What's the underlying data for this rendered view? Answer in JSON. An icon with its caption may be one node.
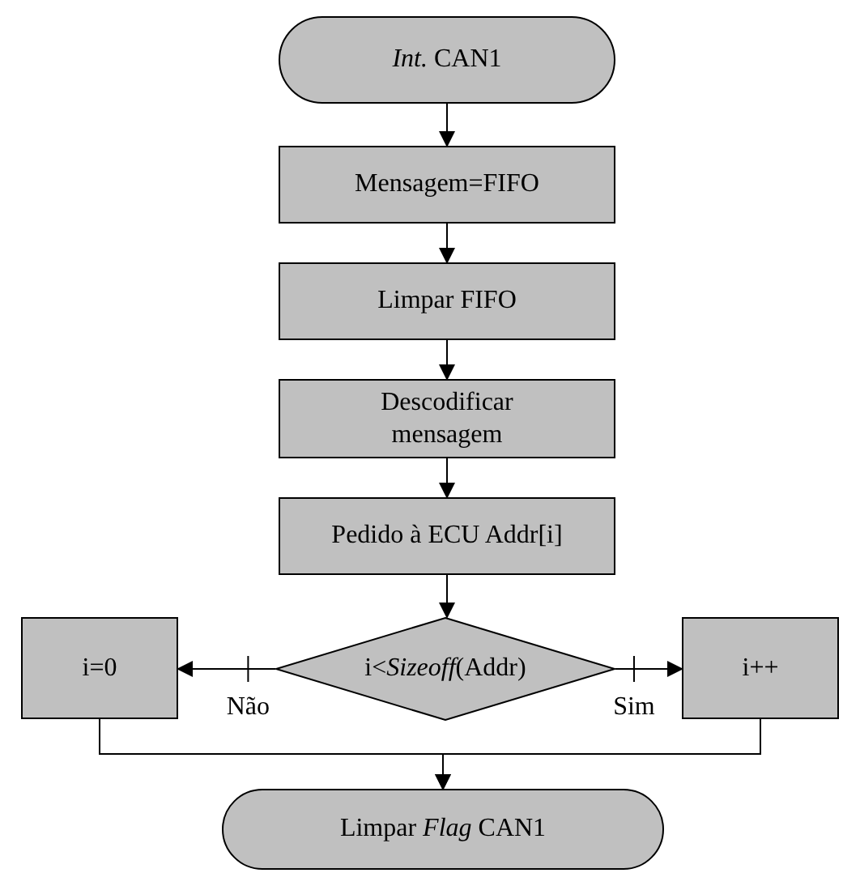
{
  "diagram": {
    "nodes": [
      {
        "text": [
          "*Int.* CAN1"
        ]
      },
      {
        "text": [
          "Mensagem=FIFO"
        ]
      },
      {
        "text": [
          "Limpar FIFO"
        ]
      },
      {
        "text": [
          "Descodificar mensagem"
        ]
      },
      {
        "text": [
          "Pedido à ECU Addr[i]"
        ]
      },
      {
        "text": [
          "i<*Sizeoff*(Addr)"
        ]
      },
      {
        "text": [
          "i=0"
        ]
      },
      {
        "text": [
          "i++"
        ]
      },
      {
        "text": [
          "Limpar *Flag* CAN1"
        ]
      }
    ],
    "edges": [
      {
        "from": 0,
        "to": 1,
        "arrow": "to"
      },
      {
        "from": 1,
        "to": 2,
        "arrow": "to"
      },
      {
        "from": 2,
        "to": 3,
        "arrow": "to"
      },
      {
        "from": 3,
        "to": 4,
        "arrow": "to"
      },
      {
        "from": 4,
        "to": 5,
        "arrow": "to"
      },
      {
        "from": 5,
        "to": 6,
        "arrow": "to",
        "label": "Não"
      },
      {
        "from": 5,
        "to": 7,
        "arrow": "to",
        "label": "Sim"
      },
      {
        "from": 6,
        "to": 8,
        "arrow": "to"
      },
      {
        "from": 7,
        "to": 8,
        "arrow": "to"
      }
    ]
  }
}
